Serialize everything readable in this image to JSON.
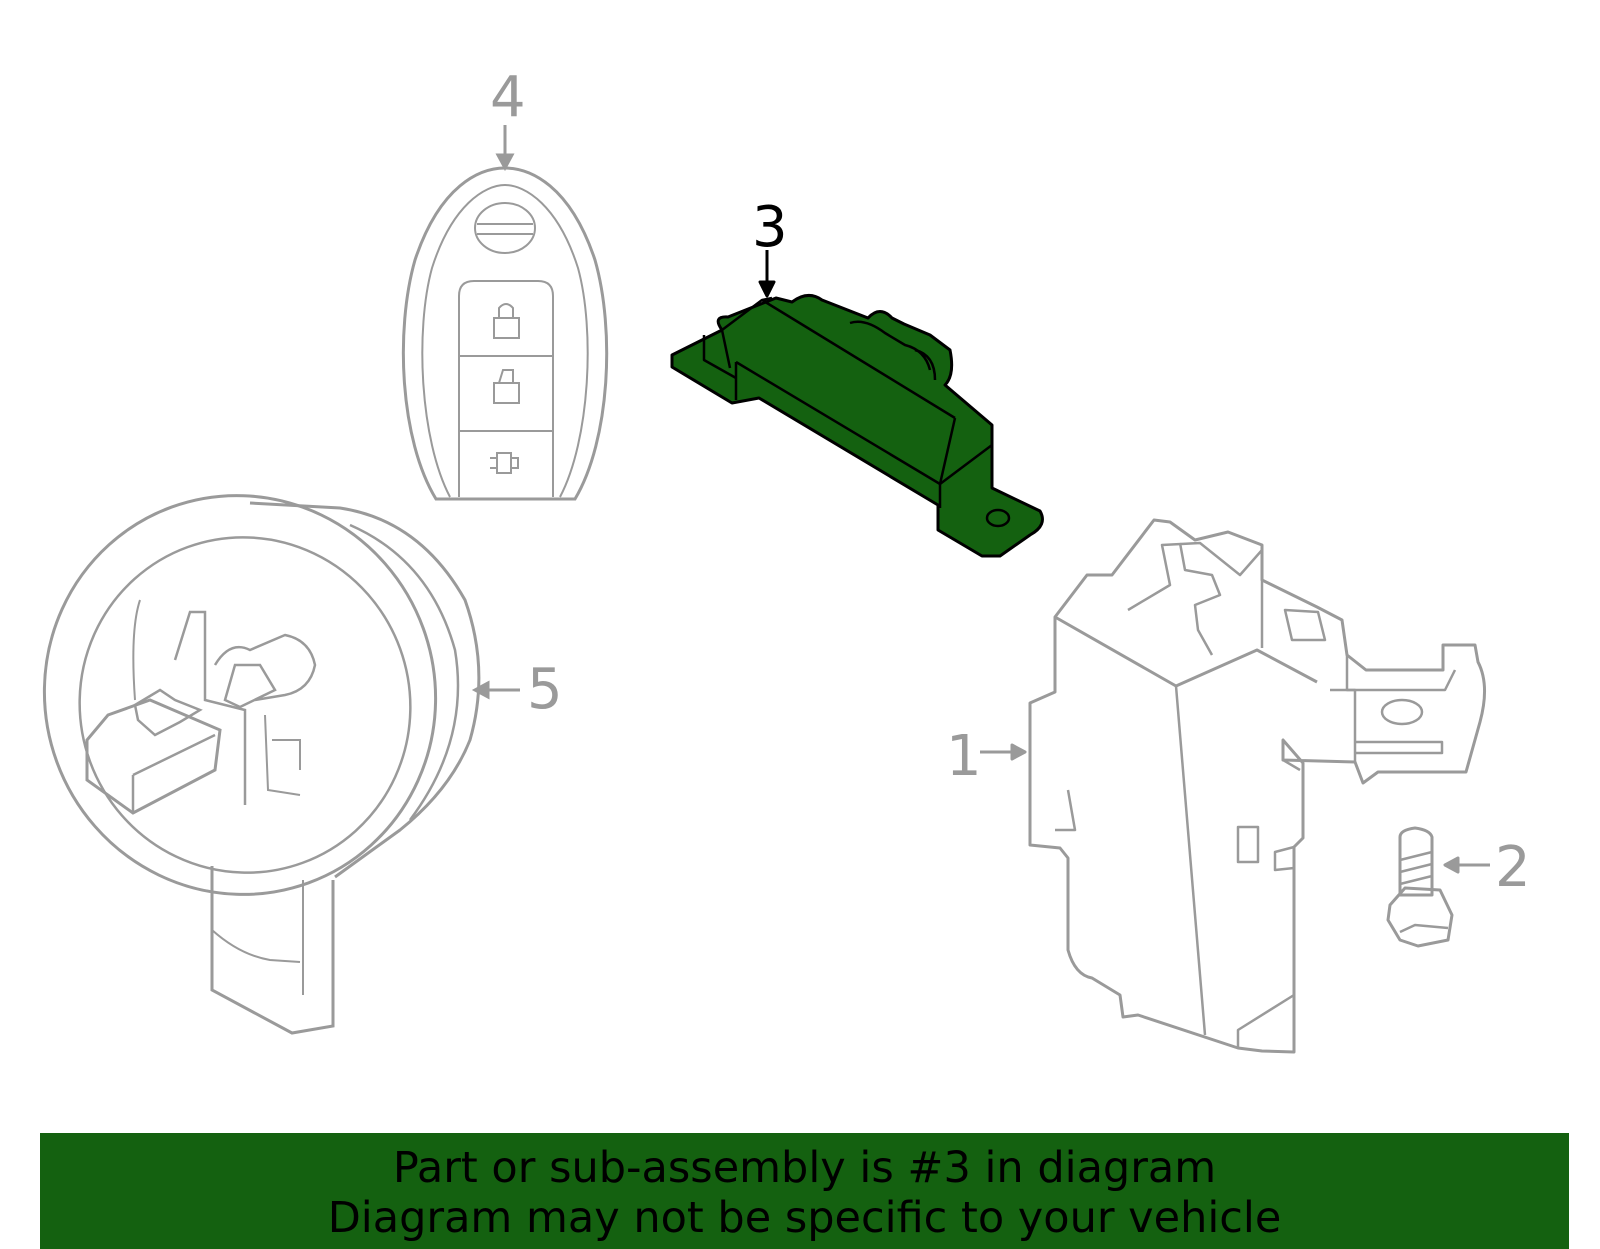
{
  "callouts": {
    "part1": "1",
    "part2": "2",
    "part3": "3",
    "part4": "4",
    "part5": "5"
  },
  "banner": {
    "line1": "Part or sub-assembly is #3 in diagram",
    "line2": "Diagram may not be specific to your vehicle"
  },
  "colors": {
    "highlight_fill": "#146110",
    "line_gray": "#9a9a9a",
    "banner_bg": "#146110"
  },
  "icons": {
    "lock": "lock-icon",
    "unlock": "unlock-icon",
    "trunk": "trunk-icon"
  }
}
